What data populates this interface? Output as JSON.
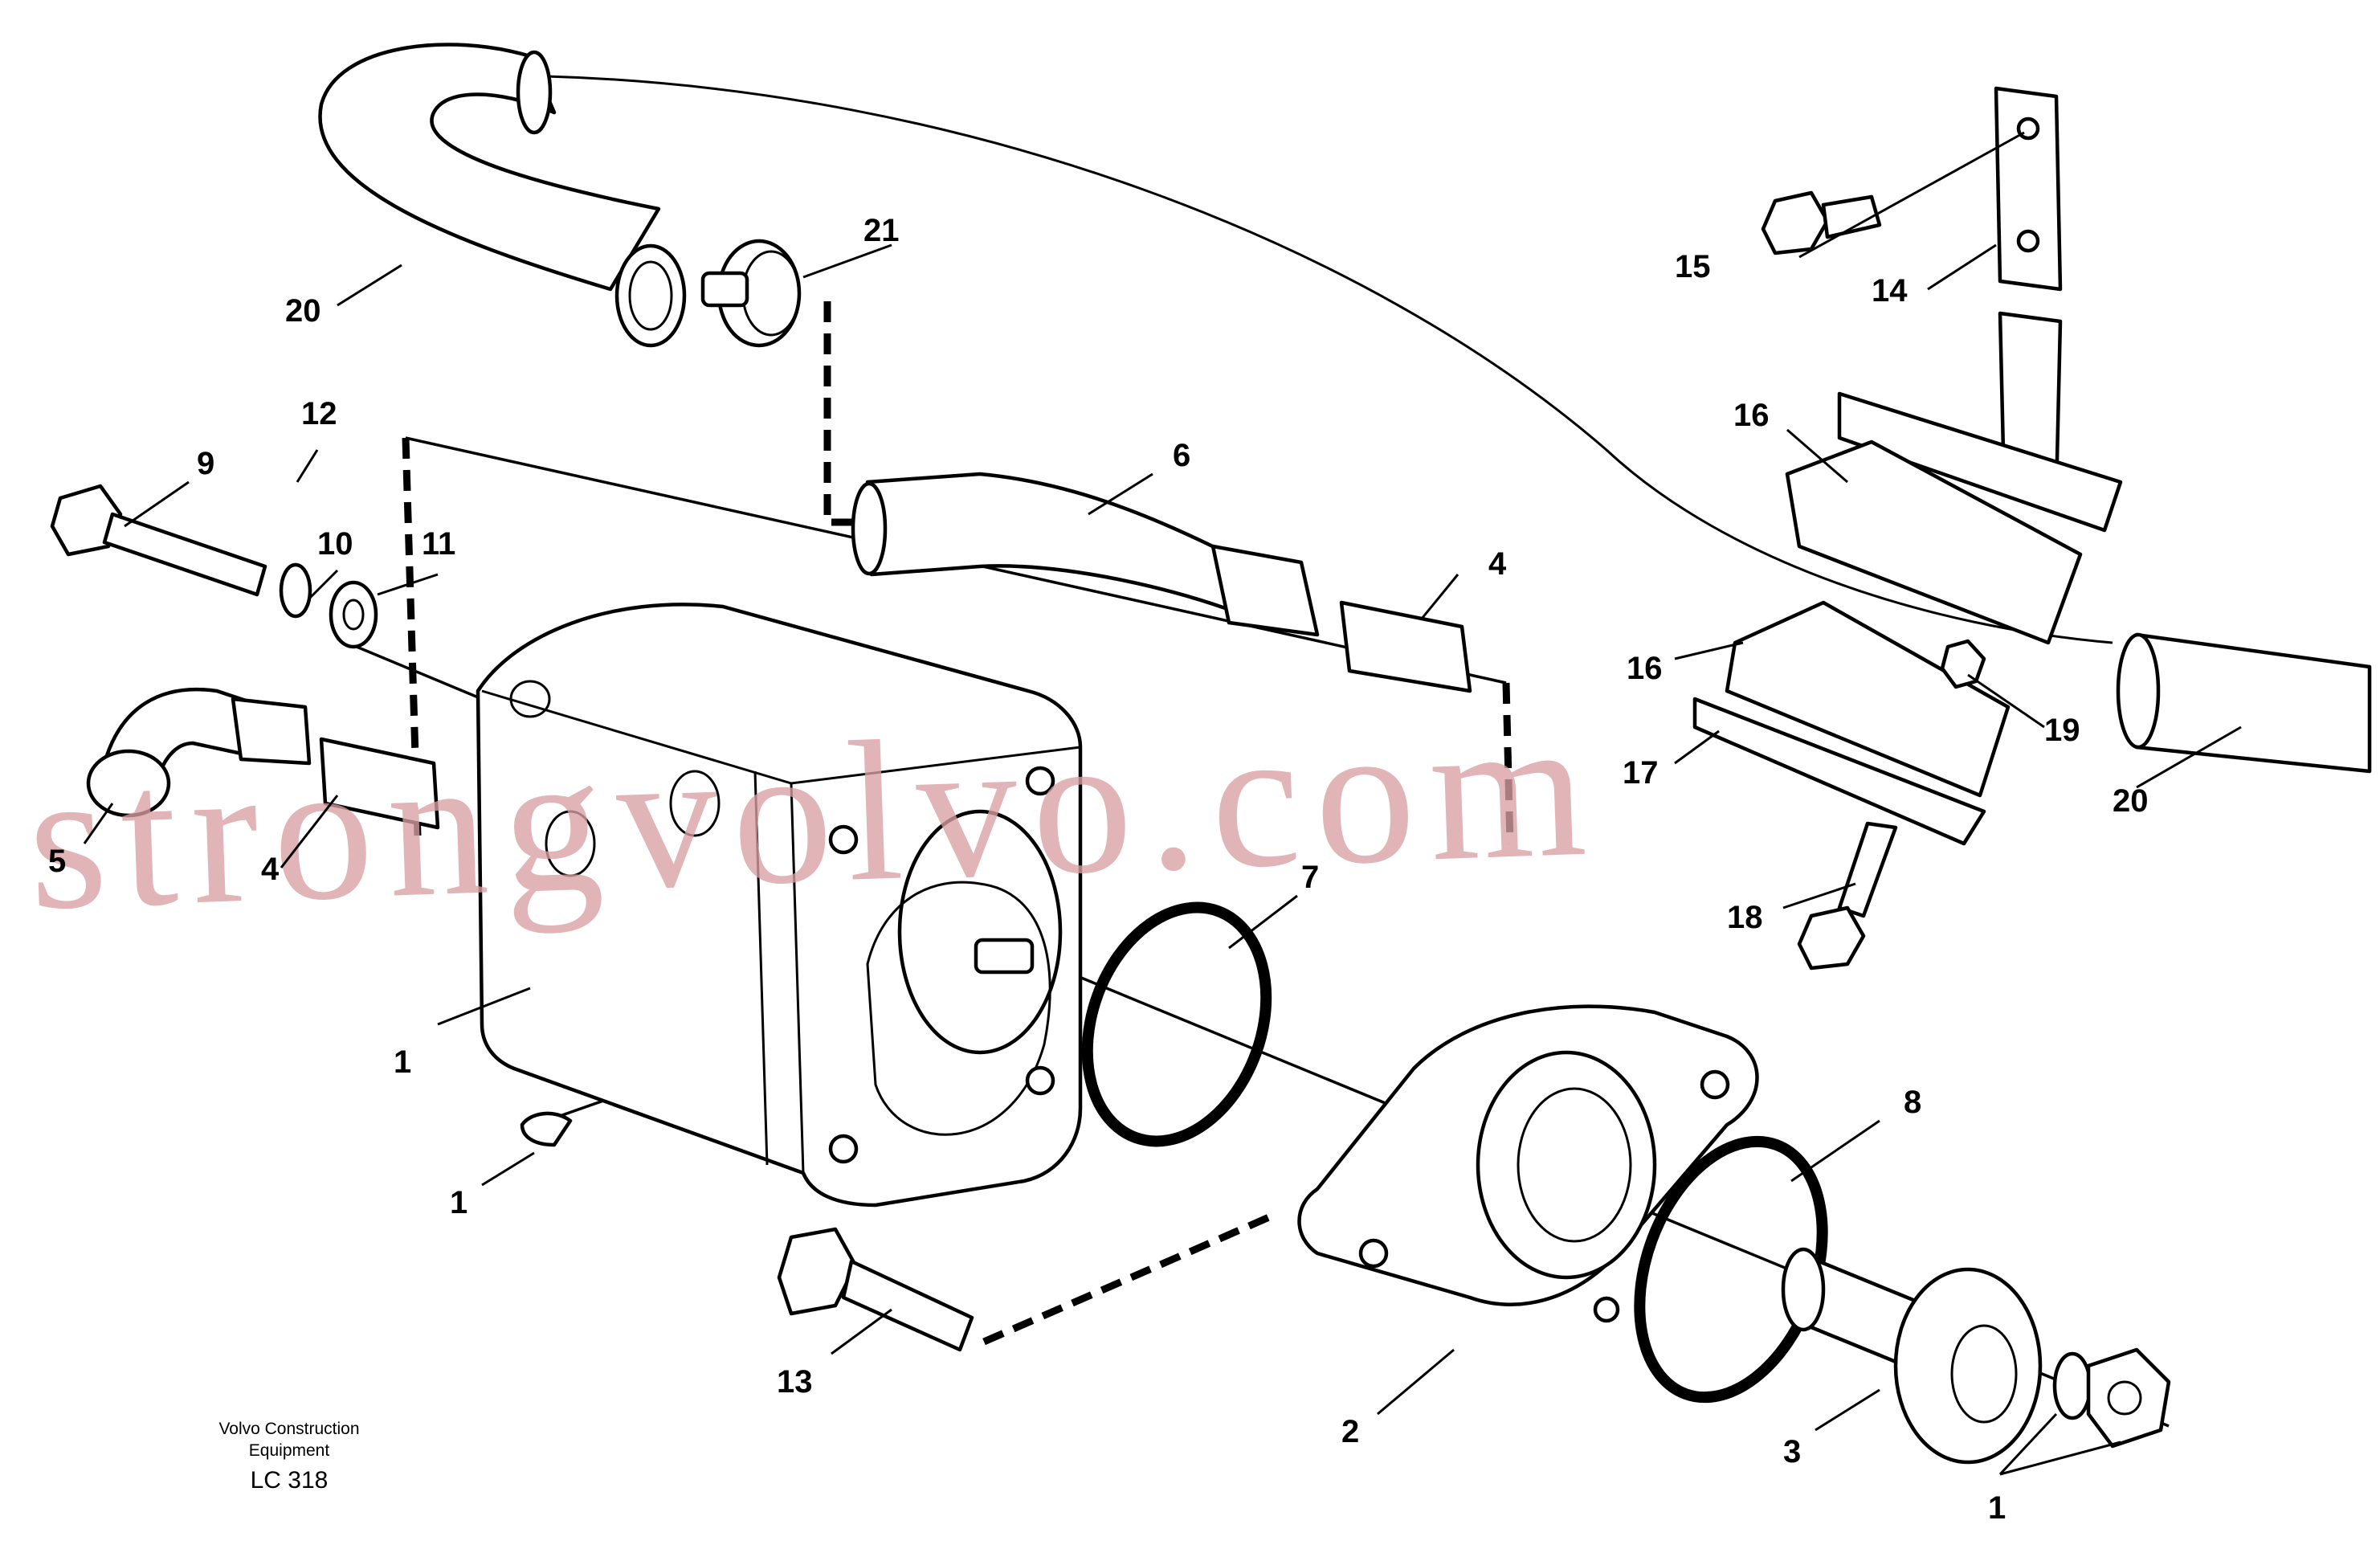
{
  "callouts": {
    "c1a": "1",
    "c1b": "1",
    "c1c": "1",
    "c2": "2",
    "c3": "3",
    "c4a": "4",
    "c4b": "4",
    "c5": "5",
    "c6": "6",
    "c7": "7",
    "c8": "8",
    "c9": "9",
    "c10": "10",
    "c11": "11",
    "c12": "12",
    "c13": "13",
    "c14": "14",
    "c15": "15",
    "c16a": "16",
    "c16b": "16",
    "c17": "17",
    "c18": "18",
    "c19": "19",
    "c20a": "20",
    "c20b": "20",
    "c21": "21"
  },
  "caption": {
    "line1": "Volvo Construction",
    "line2": "Equipment",
    "code": "LC 318"
  },
  "watermark": "strongvolvo.com"
}
